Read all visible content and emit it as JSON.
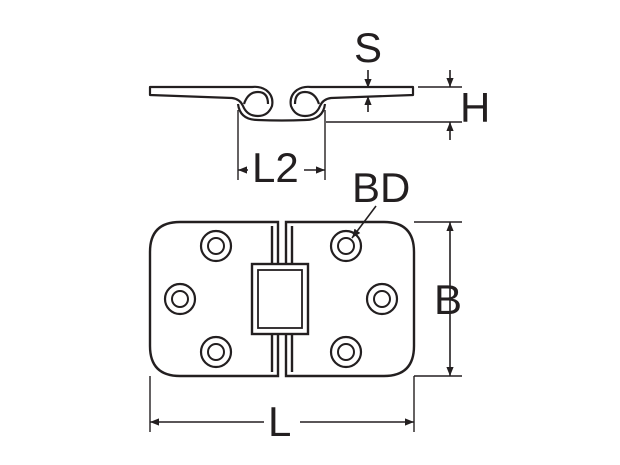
{
  "diagram": {
    "labels": {
      "thickness": "S",
      "height": "H",
      "knuckle_width": "L2",
      "bore_diameter": "BD",
      "width": "B",
      "length": "L"
    },
    "colors": {
      "line": "#231f20",
      "background": "#ffffff"
    }
  }
}
